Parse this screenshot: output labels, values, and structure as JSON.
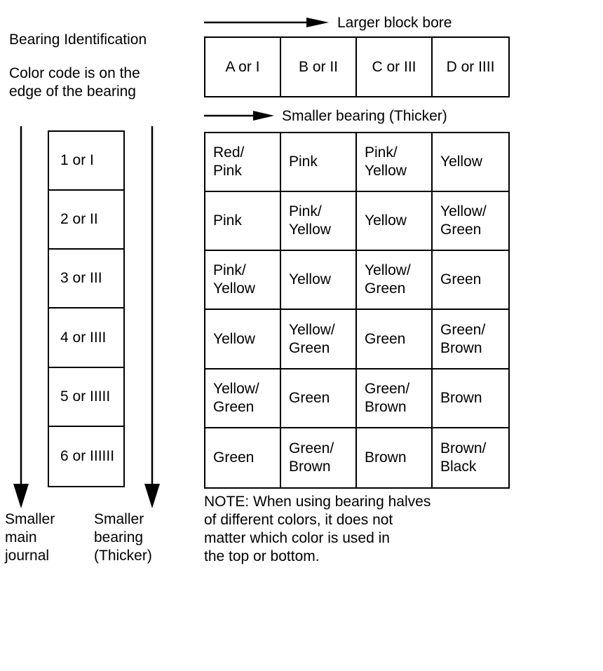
{
  "page": {
    "title": "Bearing Identification",
    "subtitle": "Color code is on the\nedge of the bearing",
    "ink_color": "#000000",
    "background_color": "#ffffff"
  },
  "arrows": {
    "larger_block_bore_label": "Larger block bore",
    "smaller_bearing_thicker_label": "Smaller bearing (Thicker)",
    "smaller_main_journal_label": "Smaller\nmain\njournal",
    "smaller_bearing_vertical_label": "Smaller\nbearing\n(Thicker)"
  },
  "block_bore_header": {
    "cells": [
      "A or I",
      "B or II",
      "C or III",
      "D or IIII"
    ]
  },
  "journal_sizes": {
    "rows": [
      "1 or I",
      "2 or II",
      "3 or III",
      "4 or IIII",
      "5 or IIIII",
      "6 or IIIIII"
    ]
  },
  "bearing_colors": {
    "rows": [
      [
        "Red/\nPink",
        "Pink",
        "Pink/\nYellow",
        "Yellow"
      ],
      [
        "Pink",
        "Pink/\nYellow",
        "Yellow",
        "Yellow/\nGreen"
      ],
      [
        "Pink/\nYellow",
        "Yellow",
        "Yellow/\nGreen",
        "Green"
      ],
      [
        "Yellow",
        "Yellow/\nGreen",
        "Green",
        "Green/\nBrown"
      ],
      [
        "Yellow/\nGreen",
        "Green",
        "Green/\nBrown",
        "Brown"
      ],
      [
        "Green",
        "Green/\nBrown",
        "Brown",
        "Brown/\nBlack"
      ]
    ]
  },
  "note": {
    "text": "NOTE: When using bearing halves\nof different colors, it does not\nmatter which color is used in\nthe top or bottom."
  }
}
